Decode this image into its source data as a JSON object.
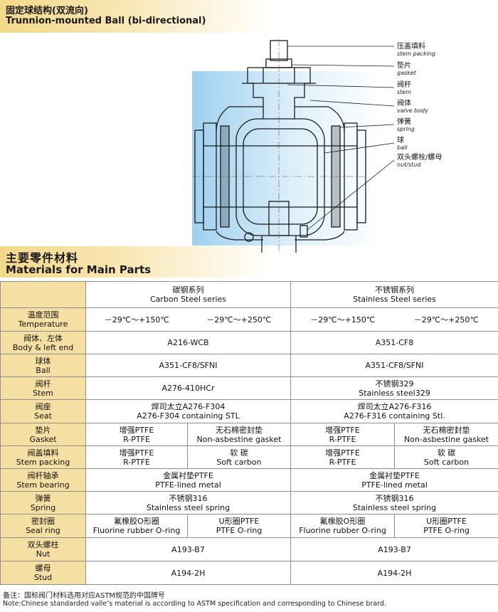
{
  "headers": {
    "structure": {
      "cn": "固定球结构(双流向)",
      "en": "Trunnion-mounted Ball (bi-directional)"
    },
    "materials": {
      "cn": "主要零件材料",
      "en": "Materials for Main Parts"
    }
  },
  "diagram": {
    "labels": [
      {
        "cn": "压盖填料",
        "en": "stem packing"
      },
      {
        "cn": "垫片",
        "en": "gasket"
      },
      {
        "cn": "阀杆",
        "en": "stem"
      },
      {
        "cn": "阀体",
        "en": "valve body"
      },
      {
        "cn": "弹簧",
        "en": "spring"
      },
      {
        "cn": "球",
        "en": "ball"
      },
      {
        "cn": "双头螺栓/螺母",
        "en": "nut/stud"
      }
    ]
  },
  "table": {
    "groups": {
      "carbon": {
        "cn": "碳钢系列",
        "en": "Carbon Steel series"
      },
      "stainless": {
        "cn": "不锈钢系列",
        "en": "Stainless Steel series"
      }
    },
    "rows": {
      "temperature": {
        "cn": "温度范围",
        "en": "Temperature",
        "c1": "－29℃～+150℃",
        "c2": "－29℃～+250℃",
        "s1": "－29℃～+150℃",
        "s2": "－29℃～+250℃"
      },
      "body": {
        "cn": "阀体、左体",
        "en": "Body & left end",
        "carbon": "A216-WCB",
        "stainless": "A351-CF8"
      },
      "ball": {
        "cn": "球体",
        "en": "Ball",
        "carbon": "A351-CF8/SFNI",
        "stainless": "A351-CF8/SFNI"
      },
      "stem": {
        "cn": "阀杆",
        "en": "Stem",
        "carbon": "A276-410HCr",
        "stainless_cn": "不锈钢329",
        "stainless_en": "Stainless steel329"
      },
      "seat": {
        "cn": "阀座",
        "en": "Seat",
        "carbon_1": "焊司太立A276-F304",
        "carbon_2": "A276-F304 containing STL",
        "stainless_1": "焊司太立A276-F316",
        "stainless_2": "A276-F316 containing Stl."
      },
      "gasket": {
        "cn": "垫片",
        "en": "Gasket",
        "c1_cn": "增强PTFE",
        "c1_en": "R-PTFE",
        "c2_cn": "无石棉密封垫",
        "c2_en": "Non-asbestine gasket",
        "s1_cn": "增强PTFE",
        "s1_en": "R-PTFE",
        "s2_cn": "无石棉密封垫",
        "s2_en": "Non-asbestine gasket"
      },
      "packing": {
        "cn": "阀盖填料",
        "en": "Stem packing",
        "c1_cn": "增强PTFE",
        "c1_en": "R-PTFE",
        "c2_cn": "软 碳",
        "c2_en": "Soft carbon",
        "s1_cn": "增强PTFE",
        "s1_en": "R-PTFE",
        "s2_cn": "软 碳",
        "s2_en": "Soft carbon"
      },
      "bearing": {
        "cn": "阀杆轴承",
        "en": "Stem bearing",
        "carbon_cn": "金属衬垫PTFE",
        "carbon_en": "PTFE-lined metal",
        "stainless_cn": "金属衬垫PTFE",
        "stainless_en": "PTFE-lined metal"
      },
      "spring": {
        "cn": "弹簧",
        "en": "Spring",
        "carbon_cn": "不锈钢316",
        "carbon_en": "Stainless steel spring",
        "stainless_cn": "不锈钢316",
        "stainless_en": "Stainless steel spring"
      },
      "sealring": {
        "cn": "密封圈",
        "en": "Seal ring",
        "c1_cn": "氟橡胶O形圈",
        "c1_en": "Fluorine rubber O-ring",
        "c2_cn": "U形圈PTFE",
        "c2_en": "PTFE O-ring",
        "s1_cn": "氟橡胶O形圈",
        "s1_en": "Fluorine rubber O-ring",
        "s2_cn": "U形圈PTFE",
        "s2_en": "PTFE O-ring"
      },
      "nut": {
        "cn": "双头螺柱",
        "en": "Nut",
        "carbon": "A193-B7",
        "stainless": "A193-B7"
      },
      "stud": {
        "cn": "螺母",
        "en": "Stud",
        "carbon": "A194-2H",
        "stainless": "A194-2H"
      }
    }
  },
  "notes": {
    "cn": "备注：国标阀门材料选用对应ASTM规范的中国牌号",
    "en": "Note:Chinese standarded valle’s material is according to ASTM specification and corresponding to Chinese brard."
  }
}
